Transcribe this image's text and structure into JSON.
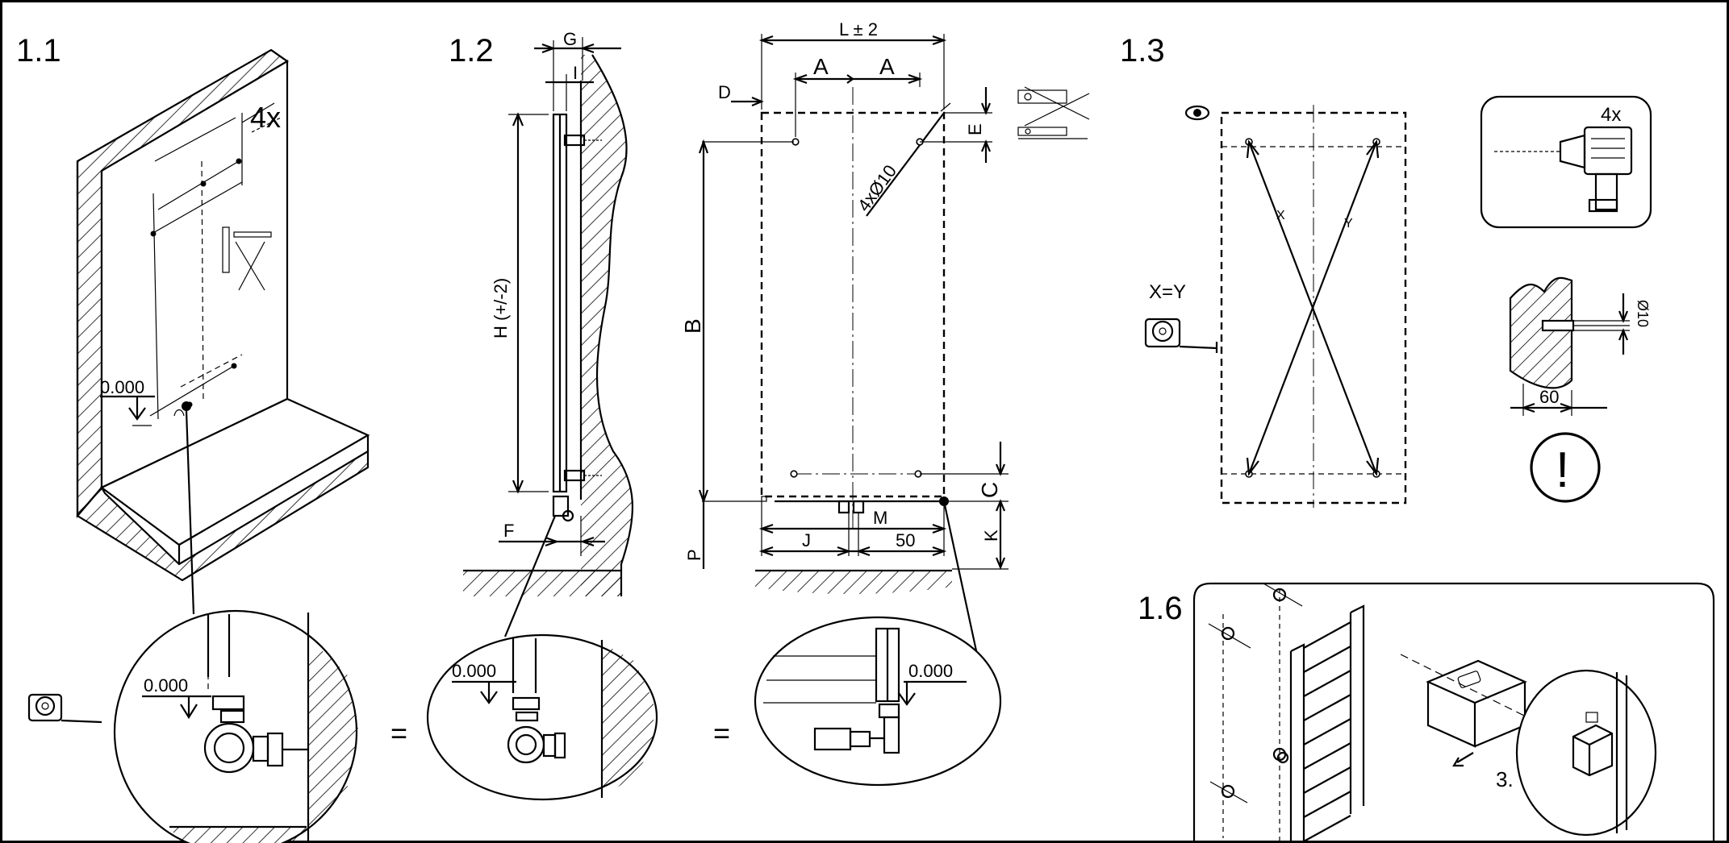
{
  "sections": {
    "s11": "1.1",
    "s12": "1.2",
    "s13": "1.3",
    "s16": "1.6"
  },
  "labels": {
    "four_x_11": "4x",
    "zero_level_11": "0.000",
    "zero_detail_a": "0.000",
    "zero_detail_b": "0.000",
    "zero_detail_c": "0.000",
    "equals_1": "=",
    "equals_2": "=",
    "dim_G": "G",
    "dim_I": "I",
    "dim_H": "H (+/-2)",
    "dim_F": "F",
    "dim_L": "L ± 2",
    "dim_A1": "A",
    "dim_A2": "A",
    "dim_D": "D",
    "dim_E": "E",
    "dim_B": "B",
    "dim_C": "C",
    "dim_K": "K",
    "dim_P": "P",
    "dim_M": "M",
    "dim_J": "J",
    "dim_50": "50",
    "hole_dia": "4xØ10",
    "xy_equal": "X=Y",
    "diag_x": "X",
    "diag_y": "Y",
    "four_x_13": "4x",
    "drill_dia": "Ø10",
    "drill_depth": "60",
    "warning_glyph": "!",
    "step_3": "3."
  },
  "icons": [
    "tape-measure-icon",
    "spirit-level-icon",
    "eye-icon",
    "drill-icon",
    "warning-icon",
    "radiator-icon",
    "dowel-box-icon"
  ]
}
